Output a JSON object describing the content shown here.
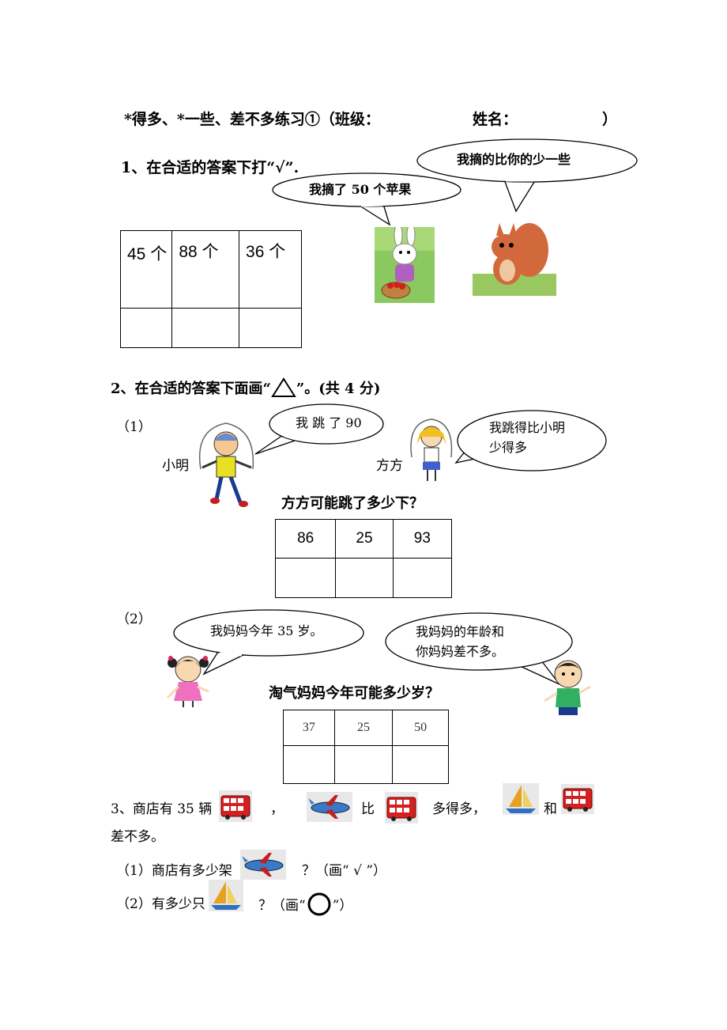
{
  "title": {
    "main": "*得多、*一些、差不多练习①（班级：",
    "name_label": "姓名：",
    "close": "）"
  },
  "q1": {
    "prompt": "1、在合适的答案下打“√”.",
    "bubble_rabbit": "我摘了 50 个苹果",
    "bubble_squirrel": "我摘的比你的少一些",
    "options": [
      "45 个",
      "88 个",
      "36 个"
    ]
  },
  "q2": {
    "prompt": "2、在合适的答案下面画“△”。(共 4 分)",
    "prompt_pre": "2、在合适的答案下面画“",
    "prompt_post": "”。(共 4 分)",
    "part1": {
      "label": "（1）",
      "name_boy": "小明",
      "name_girl": "方方",
      "bubble_boy": "我 跳 了 90",
      "bubble_girl_line1": "我跳得比小明",
      "bubble_girl_line2": "少得多",
      "question": "方方可能跳了多少下？",
      "options": [
        "86",
        "25",
        "93"
      ]
    },
    "part2": {
      "label": "（2）",
      "bubble_girl": "我妈妈今年 35 岁。",
      "bubble_boy_line1": "我妈妈的年龄和",
      "bubble_boy_line2": "你妈妈差不多。",
      "question": "淘气妈妈今年可能多少岁？",
      "options": [
        "37",
        "25",
        "50"
      ]
    }
  },
  "q3": {
    "line1_a": "3、商店有 35 辆",
    "line1_comma": "，",
    "line1_bi": "比",
    "line1_more": "多得多，",
    "line1_and": "和",
    "line2": "差不多。",
    "sub1_label": "（1）商店有多少架",
    "sub1_tail": "？（画“ √ ”）",
    "sub2_label": "（2）有多少只",
    "sub2_tail_pre": "？（画“",
    "sub2_tail_post": "”）"
  },
  "colors": {
    "bus_red": "#d42020",
    "plane_blue": "#3a78c8",
    "boat_sail": "#e8a020",
    "squirrel": "#d2693c",
    "rabbit_shirt": "#b060c0"
  }
}
